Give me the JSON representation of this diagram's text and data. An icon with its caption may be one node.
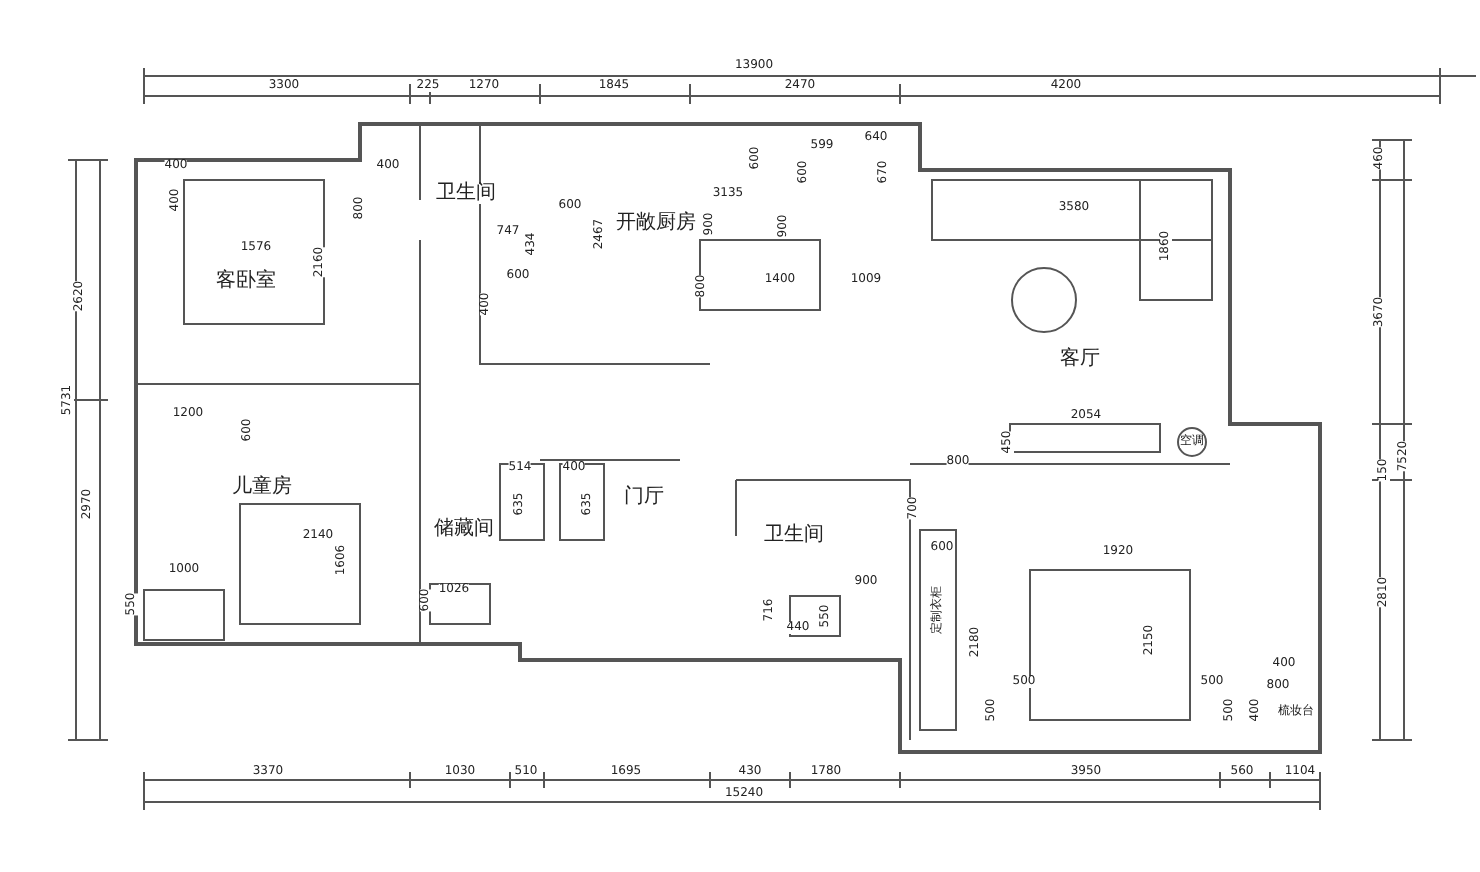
{
  "diagram": {
    "labels": [
      "13900",
      "3300",
      "225",
      "1270",
      "1845",
      "2470",
      "4200",
      "400",
      "400",
      "600",
      "599",
      "640",
      "600",
      "600",
      "670",
      "460",
      "卫生间",
      "747",
      "434",
      "400",
      "800",
      "3135",
      "2467",
      "900",
      "900",
      "3580",
      "1576",
      "2160",
      "1860",
      "开敞厨房",
      "客卧室",
      "600",
      "400",
      "1400",
      "1009",
      "800",
      "2620",
      "3670",
      "客厅",
      "5731",
      "1200",
      "600",
      "2054",
      "450",
      "空调",
      "7520",
      "800",
      "150",
      "514",
      "400",
      "儿童房",
      "门厅",
      "635",
      "635",
      "700",
      "储藏间",
      "卫生间",
      "2140",
      "600",
      "1920",
      "2970",
      "1606",
      "1000",
      "900",
      "1026",
      "716",
      "440",
      "550",
      "定制衣柜",
      "550",
      "600",
      "2180",
      "2150",
      "2810",
      "400",
      "500",
      "500",
      "800",
      "500",
      "500",
      "400",
      "梳妆台",
      "3370",
      "1030",
      "510",
      "1695",
      "430",
      "1780",
      "3950",
      "560",
      "1104",
      "15240"
    ]
  }
}
